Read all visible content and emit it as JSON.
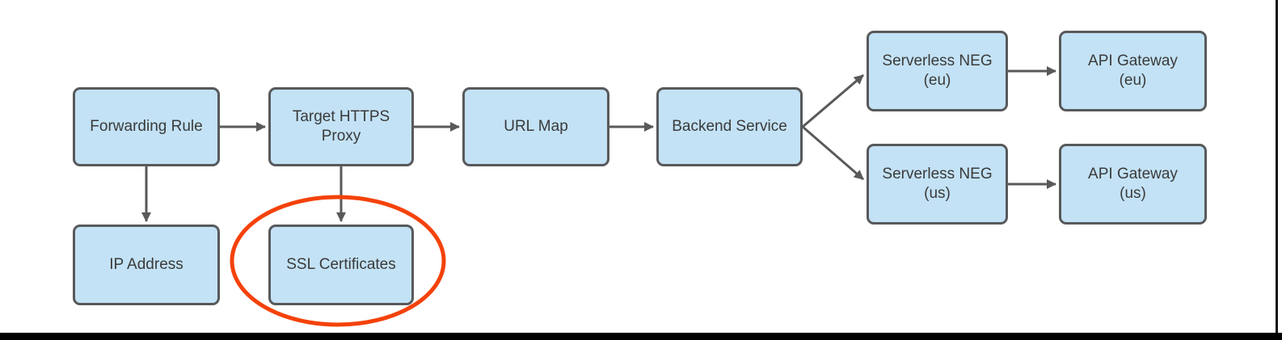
{
  "diagram": {
    "type": "flowchart",
    "nodes": [
      {
        "id": "forwarding-rule",
        "label": "Forwarding Rule"
      },
      {
        "id": "target-https-proxy",
        "label": "Target HTTPS\nProxy"
      },
      {
        "id": "url-map",
        "label": "URL Map"
      },
      {
        "id": "backend-service",
        "label": "Backend Service"
      },
      {
        "id": "serverless-neg-eu",
        "label": "Serverless NEG\n(eu)"
      },
      {
        "id": "api-gateway-eu",
        "label": "API Gateway\n(eu)"
      },
      {
        "id": "serverless-neg-us",
        "label": "Serverless NEG\n(us)"
      },
      {
        "id": "api-gateway-us",
        "label": "API Gateway\n(us)"
      },
      {
        "id": "ip-address",
        "label": "IP Address"
      },
      {
        "id": "ssl-certificates",
        "label": "SSL Certificates",
        "highlighted": true
      }
    ],
    "edges": [
      {
        "from": "forwarding-rule",
        "to": "target-https-proxy"
      },
      {
        "from": "target-https-proxy",
        "to": "url-map"
      },
      {
        "from": "url-map",
        "to": "backend-service"
      },
      {
        "from": "backend-service",
        "to": "serverless-neg-eu"
      },
      {
        "from": "backend-service",
        "to": "serverless-neg-us"
      },
      {
        "from": "serverless-neg-eu",
        "to": "api-gateway-eu"
      },
      {
        "from": "serverless-neg-us",
        "to": "api-gateway-us"
      },
      {
        "from": "forwarding-rule",
        "to": "ip-address"
      },
      {
        "from": "target-https-proxy",
        "to": "ssl-certificates"
      }
    ],
    "annotation": {
      "shape": "ellipse",
      "around": "ssl-certificates",
      "color": "#f4420a"
    },
    "colors": {
      "node_fill": "#c3e2f5",
      "node_border": "#58595b",
      "arrow": "#58595b",
      "highlight": "#f4420a",
      "text": "#3a3a3a",
      "frame": "#000000",
      "background": "#ffffff"
    }
  }
}
